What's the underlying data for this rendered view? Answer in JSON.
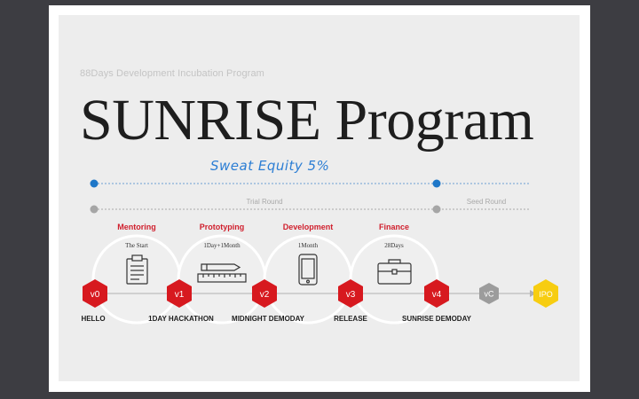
{
  "subtitle": "88Days Development Incubation Program",
  "title": "SUNRISE Program",
  "equity": "Sweat Equity 5%",
  "rounds": {
    "trial": "Trial Round",
    "seed": "Seed Round"
  },
  "phases": [
    {
      "label": "Mentoring",
      "caption": "The Start",
      "icon": "clipboard-icon"
    },
    {
      "label": "Prototyping",
      "caption": "1Day+1Month",
      "icon": "ruler-pencil-icon"
    },
    {
      "label": "Development",
      "caption": "1Month",
      "icon": "smartphone-icon"
    },
    {
      "label": "Finance",
      "caption": "28Days",
      "icon": "briefcase-icon"
    }
  ],
  "nodes": [
    {
      "text": "v0",
      "color": "#d7191f"
    },
    {
      "text": "v1",
      "color": "#d7191f"
    },
    {
      "text": "v2",
      "color": "#d7191f"
    },
    {
      "text": "v3",
      "color": "#d7191f"
    },
    {
      "text": "v4",
      "color": "#d7191f"
    },
    {
      "text": "vC",
      "color": "#9c9c9c"
    },
    {
      "text": "IPO",
      "color": "#f7cd11"
    }
  ],
  "milestones": [
    "HELLO",
    "1DAY HACKATHON",
    "MIDNIGHT DEMODAY",
    "RELEASE",
    "SUNRISE DEMODAY"
  ],
  "colors": {
    "red": "#d7191f",
    "blue": "#1e77c8",
    "grey": "#9c9c9c",
    "yellow": "#f7cd11"
  }
}
